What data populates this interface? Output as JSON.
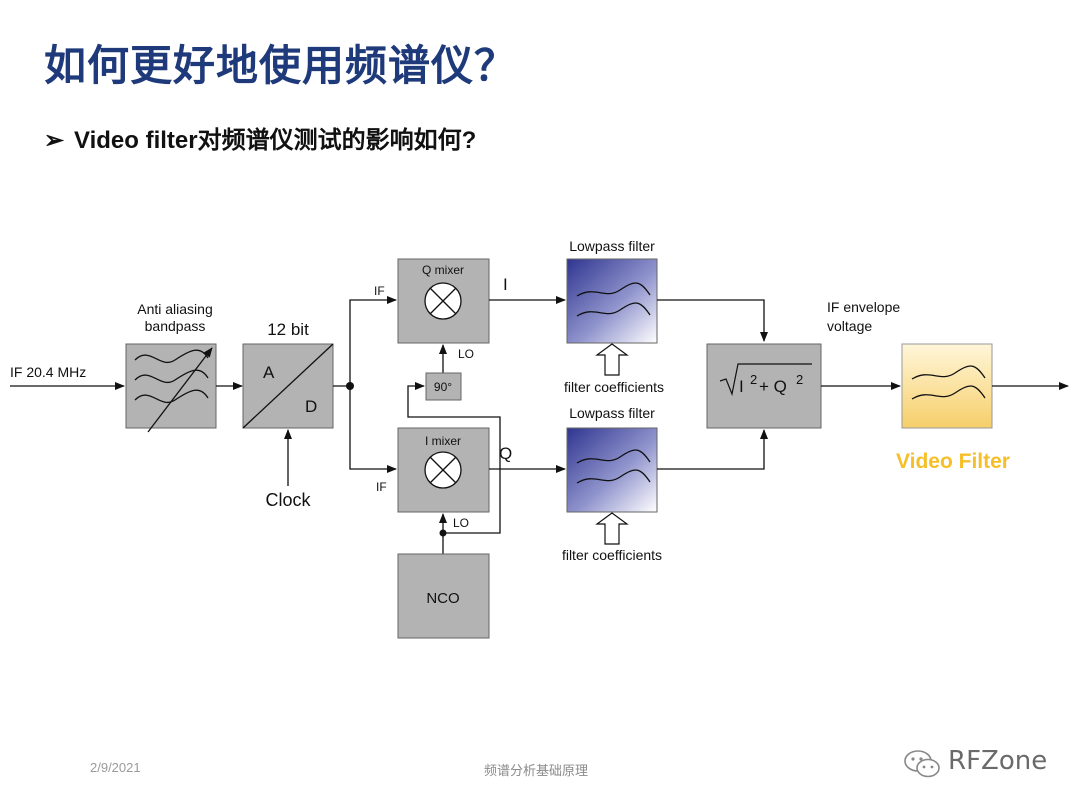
{
  "title": "如何更好地使用频谱仪？",
  "bullet": {
    "marker": "➢",
    "text": "Video filter对频谱仪测试的影响如何?"
  },
  "diagram": {
    "input_label": "IF 20.4 MHz",
    "anti_alias_label_1": "Anti aliasing",
    "anti_alias_label_2": "bandpass",
    "adc_bits": "12 bit",
    "adc_a": "A",
    "adc_d": "D",
    "clock": "Clock",
    "q_mixer": "Q mixer",
    "i_mixer": "I mixer",
    "if_q": "IF",
    "if_i": "IF",
    "lo_q": "LO",
    "lo_i": "LO",
    "phase": "90°",
    "nco": "NCO",
    "i_label": "I",
    "q_label": "Q",
    "lowpass_top": "Lowpass filter",
    "lowpass_bottom": "Lowpass filter",
    "coeff_top": "filter coefficients",
    "coeff_bottom": "filter coefficients",
    "envelope_1": "IF envelope",
    "envelope_2": "voltage",
    "formula_i": "I",
    "formula_exp1": "2",
    "formula_plus_q": "+ Q",
    "formula_exp2": "2",
    "video_filter": "Video Filter",
    "colors": {
      "block": "#b3b3b3",
      "lowpass_dark": "#3a3f9a",
      "video_filter": "#f7bf27",
      "video_box": "#fbe6b0"
    }
  },
  "footer": {
    "date": "2/9/2021",
    "center": "频谱分析基础原理",
    "brand": "RFZone"
  }
}
